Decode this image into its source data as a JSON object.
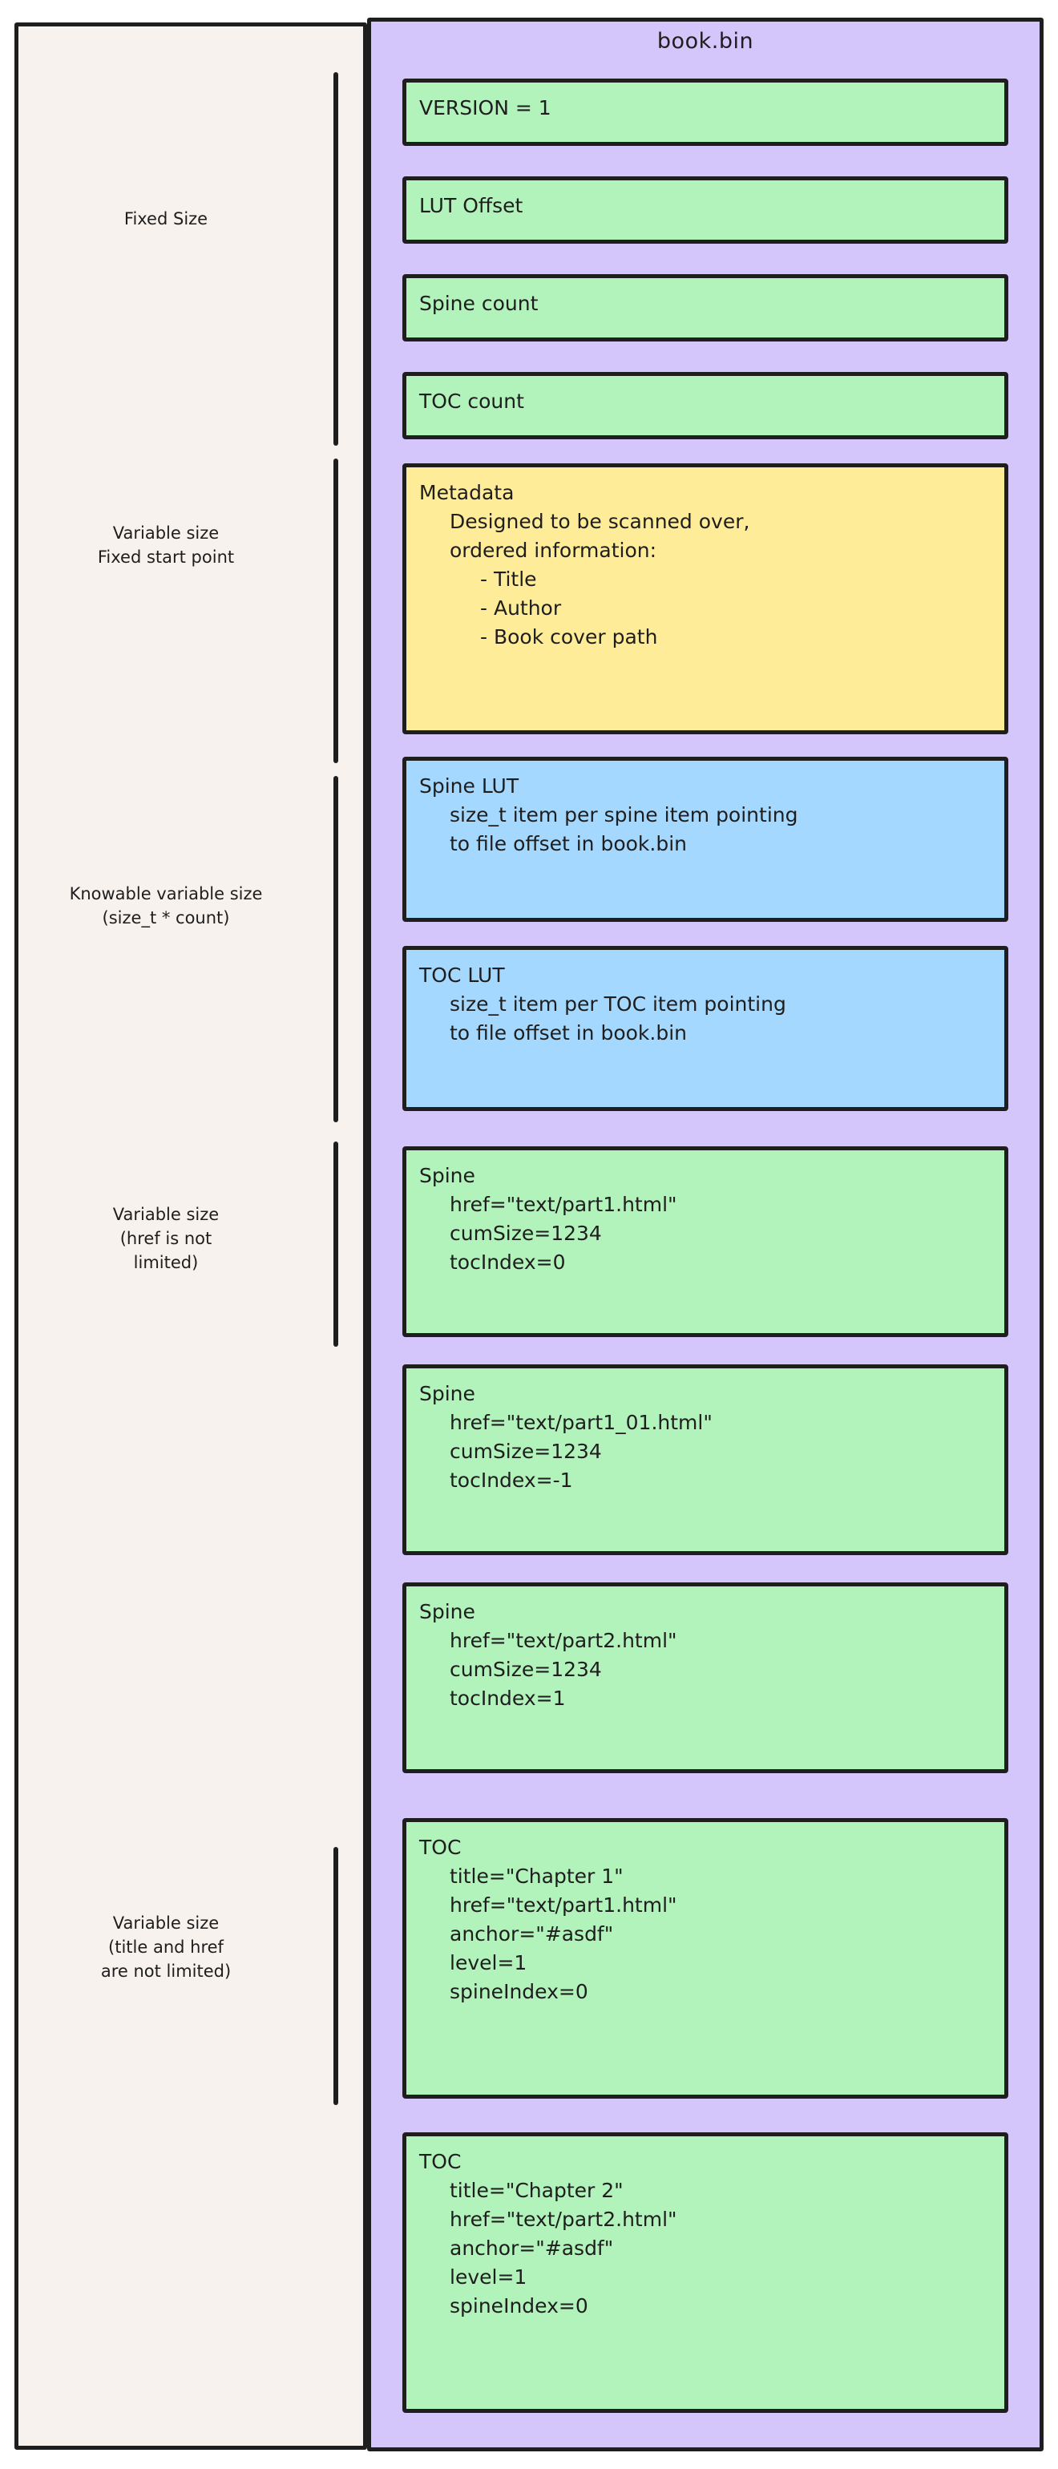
{
  "diagram": {
    "file_title": "book.bin",
    "colors": {
      "left_panel_bg": "#f8f2ee",
      "right_panel_bg": "#d4c5fb",
      "green_box": "#b2f2bb",
      "yellow_box": "#ffec99",
      "blue_box": "#a5d8ff",
      "stroke": "#1e1e1e"
    },
    "groups": [
      {
        "id": "fixed-size",
        "label": "Fixed Size"
      },
      {
        "id": "variable-fixed-start",
        "label": "Variable size\nFixed start point"
      },
      {
        "id": "knowable-variable-size",
        "label": "Knowable variable size\n(size_t * count)"
      },
      {
        "id": "variable-href",
        "label": "Variable size\n(href is not\nlimited)"
      },
      {
        "id": "variable-title-href",
        "label": "Variable size\n(title and href\nare not limited)"
      }
    ],
    "blocks": [
      {
        "id": "version",
        "color": "green",
        "title": "VERSION = 1",
        "body": [],
        "bullets": []
      },
      {
        "id": "lut-offset",
        "color": "green",
        "title": "LUT Offset",
        "body": [],
        "bullets": []
      },
      {
        "id": "spine-count",
        "color": "green",
        "title": "Spine count",
        "body": [],
        "bullets": []
      },
      {
        "id": "toc-count",
        "color": "green",
        "title": "TOC count",
        "body": [],
        "bullets": []
      },
      {
        "id": "metadata",
        "color": "yellow",
        "title": "Metadata",
        "body": [
          "Designed to be scanned over,",
          "ordered information:"
        ],
        "bullets": [
          "- Title",
          "- Author",
          "- Book cover path"
        ]
      },
      {
        "id": "spine-lut",
        "color": "blue",
        "title": "Spine LUT",
        "body": [
          "size_t item per spine item pointing",
          "to file offset in book.bin"
        ],
        "bullets": []
      },
      {
        "id": "toc-lut",
        "color": "blue",
        "title": "TOC LUT",
        "body": [
          "size_t item per TOC item pointing",
          "to file offset in book.bin"
        ],
        "bullets": []
      },
      {
        "id": "spine-1",
        "color": "green",
        "title": "Spine",
        "body": [
          "href=\"text/part1.html\"",
          "cumSize=1234",
          "tocIndex=0"
        ],
        "bullets": []
      },
      {
        "id": "spine-2",
        "color": "green",
        "title": "Spine",
        "body": [
          "href=\"text/part1_01.html\"",
          "cumSize=1234",
          "tocIndex=-1"
        ],
        "bullets": []
      },
      {
        "id": "spine-3",
        "color": "green",
        "title": "Spine",
        "body": [
          "href=\"text/part2.html\"",
          "cumSize=1234",
          "tocIndex=1"
        ],
        "bullets": []
      },
      {
        "id": "toc-1",
        "color": "green",
        "title": "TOC",
        "body": [
          "title=\"Chapter 1\"",
          "href=\"text/part1.html\"",
          "anchor=\"#asdf\"",
          "level=1",
          "spineIndex=0"
        ],
        "bullets": []
      },
      {
        "id": "toc-2",
        "color": "green",
        "title": "TOC",
        "body": [
          "title=\"Chapter 2\"",
          "href=\"text/part2.html\"",
          "anchor=\"#asdf\"",
          "level=1",
          "spineIndex=0"
        ],
        "bullets": []
      }
    ]
  }
}
